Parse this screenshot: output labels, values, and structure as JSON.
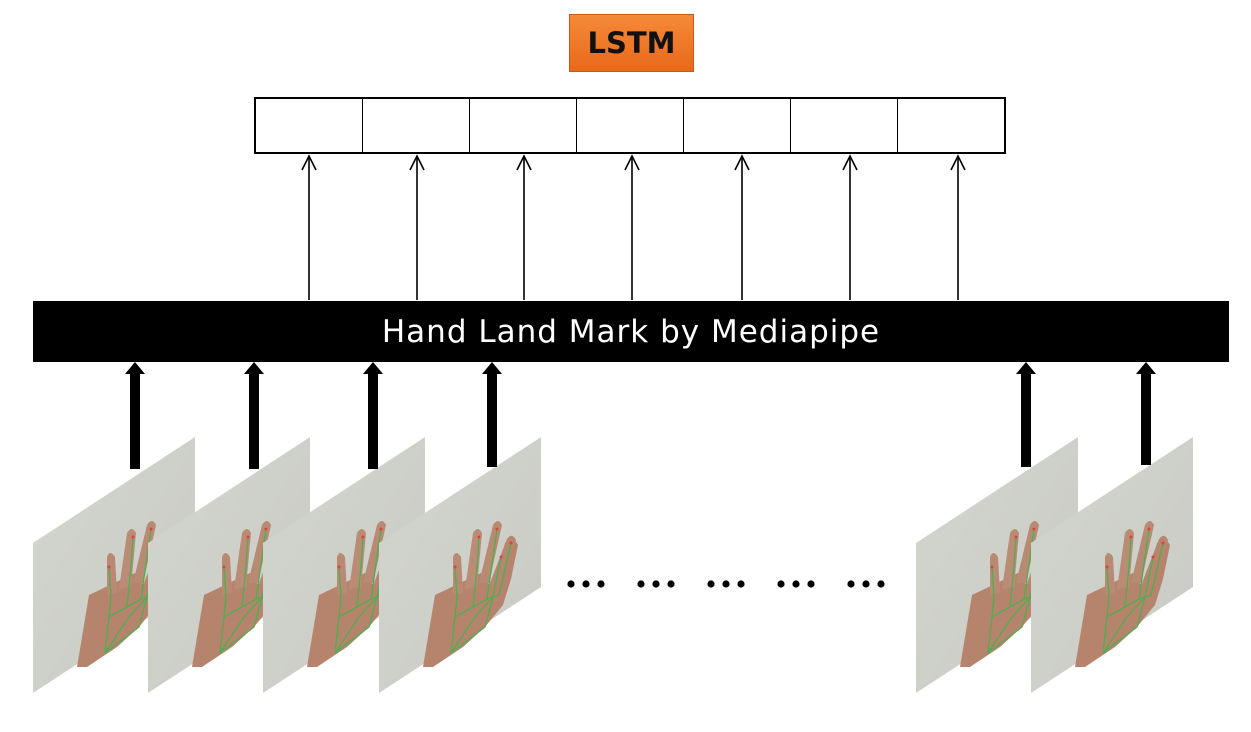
{
  "lstm": {
    "label": "LSTM",
    "color": "#ef7a2a"
  },
  "sequence": {
    "cell_count": 7
  },
  "mediapipe": {
    "label": "Hand Land Mark by Mediapipe"
  },
  "frames": {
    "left_group_count": 4,
    "right_group_count": 2,
    "ellipsis_groups": 5
  },
  "colors": {
    "landmark": "#4caf50",
    "frame_bg": "#d8d9d3",
    "skin": "#b8856e"
  }
}
